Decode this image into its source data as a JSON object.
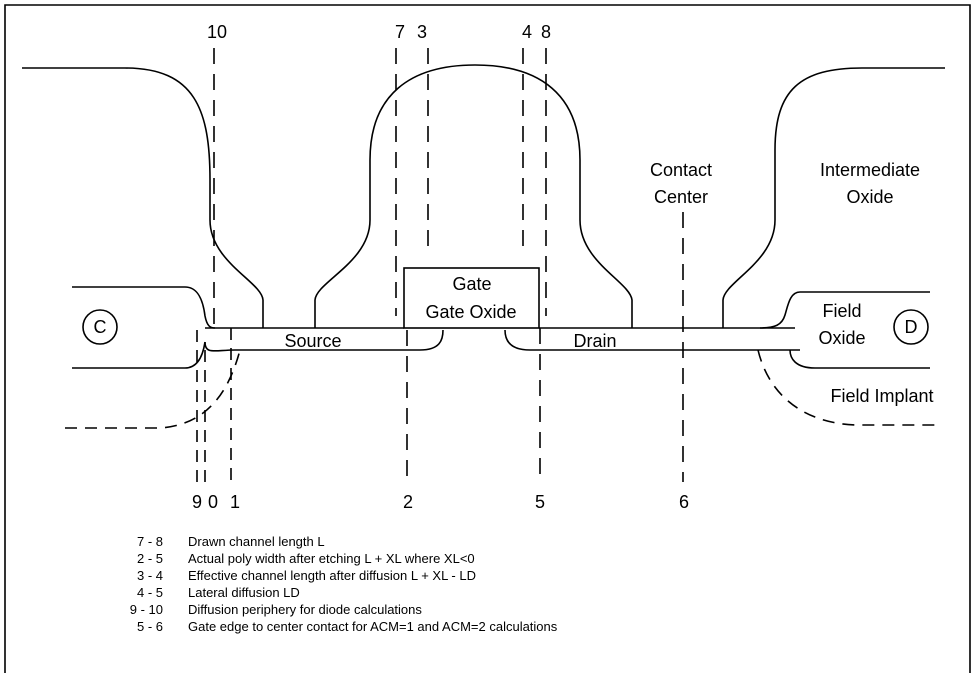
{
  "guide_numbers": {
    "top_10": "10",
    "top_7": "7",
    "top_3": "3",
    "top_4": "4",
    "top_8": "8",
    "bottom_9": "9",
    "bottom_0": "0",
    "bottom_1": "1",
    "bottom_2": "2",
    "bottom_5": "5",
    "bottom_6": "6"
  },
  "labels": {
    "contact_center_line1": "Contact",
    "contact_center_line2": "Center",
    "intermediate_oxide_line1": "Intermediate",
    "intermediate_oxide_line2": "Oxide",
    "gate": "Gate",
    "gate_oxide": "Gate Oxide",
    "source": "Source",
    "drain": "Drain",
    "field_oxide_line1": "Field",
    "field_oxide_line2": "Oxide",
    "field_implant": "Field Implant",
    "circle_c": "C",
    "circle_d": "D"
  },
  "legend": [
    {
      "key": "7 - 8",
      "text": "Drawn channel length L"
    },
    {
      "key": "2 - 5",
      "text": "Actual poly width after etching L + XL where XL<0"
    },
    {
      "key": "3 - 4",
      "text": "Effective channel length after diffusion L + XL - LD"
    },
    {
      "key": "4 - 5",
      "text": "Lateral diffusion LD"
    },
    {
      "key": "9 - 10",
      "text": "Diffusion periphery for diode calculations"
    },
    {
      "key": "5 - 6",
      "text": "Gate edge to center contact for ACM=1 and ACM=2 calculations"
    }
  ]
}
